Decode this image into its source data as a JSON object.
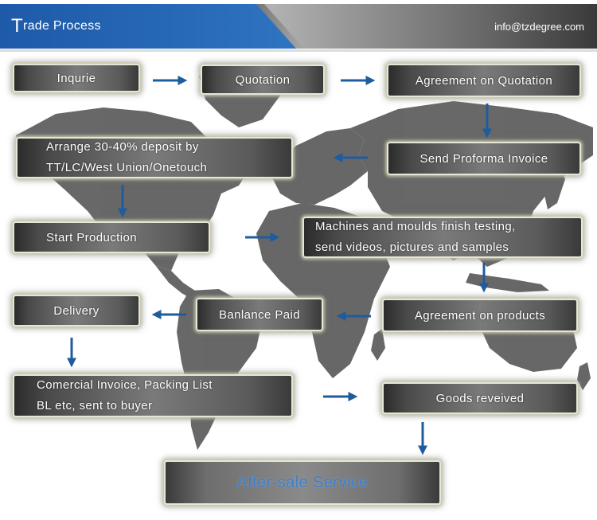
{
  "header": {
    "title_initial": "T",
    "title_rest": "rade Process",
    "email": "info@tzdegree.com"
  },
  "colors": {
    "banner_blue": "#2769b7",
    "arrow_blue": "#1f5c9e",
    "box_gray": "#6e6e6e",
    "final_text_blue": "#3d7fd0"
  },
  "steps": {
    "inquire": "Inqurie",
    "quotation": "Quotation",
    "agreement_quotation": "Agreement on Quotation",
    "send_proforma": "Send Proforma Invoice",
    "deposit_line1": "Arrange 30-40% deposit by",
    "deposit_line2": "TT/LC/West Union/Onetouch",
    "start_production": "Start Production",
    "testing_line1": "Machines and moulds finish testing,",
    "testing_line2": "send videos, pictures and samples",
    "agreement_products": "Agreement on products",
    "balance_paid": "Banlance Paid",
    "delivery": "Delivery",
    "invoice_line1": "Comercial Invoice, Packing List",
    "invoice_line2": "BL etc, sent to buyer",
    "goods_received": "Goods reveived",
    "after_sale": "After-sale Service"
  },
  "flow": [
    [
      "inquire",
      "quotation"
    ],
    [
      "quotation",
      "agreement_quotation"
    ],
    [
      "agreement_quotation",
      "send_proforma"
    ],
    [
      "send_proforma",
      "deposit"
    ],
    [
      "deposit",
      "start_production"
    ],
    [
      "start_production",
      "testing"
    ],
    [
      "testing",
      "agreement_products"
    ],
    [
      "agreement_products",
      "balance_paid"
    ],
    [
      "balance_paid",
      "delivery"
    ],
    [
      "delivery",
      "invoice"
    ],
    [
      "invoice",
      "goods_received"
    ],
    [
      "goods_received",
      "after_sale"
    ]
  ]
}
